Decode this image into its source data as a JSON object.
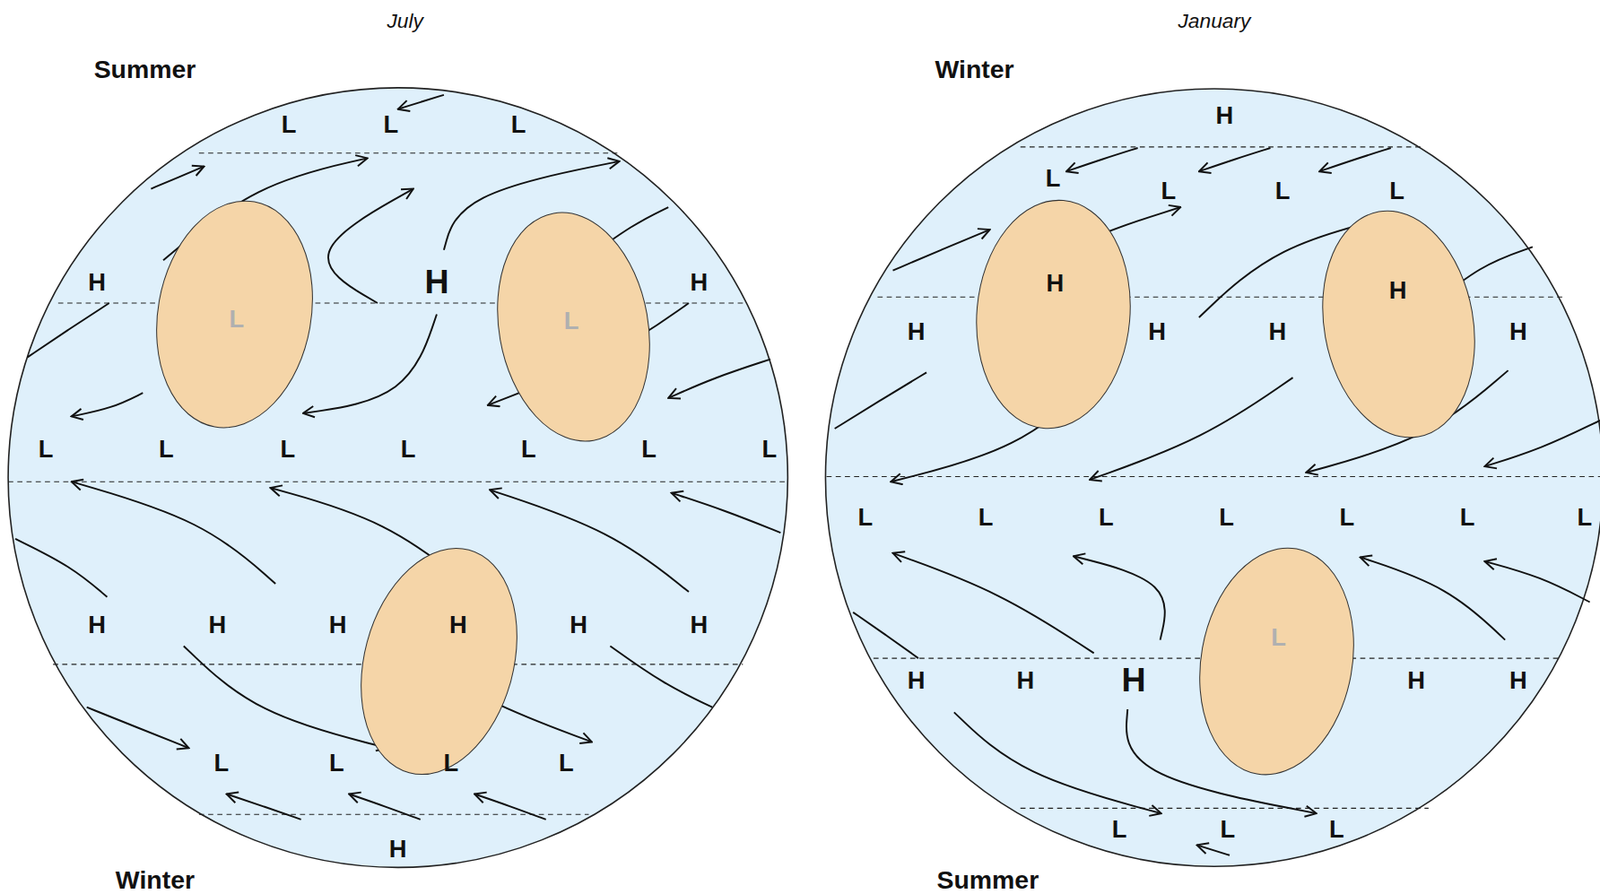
{
  "diagram": {
    "nodes": [
      {
        "text": [
          "L"
        ]
      },
      {
        "text": [
          "L"
        ]
      },
      {
        "text": [
          "H"
        ]
      },
      {
        "text": [
          "H"
        ]
      },
      {
        "text": [
          "H"
        ]
      },
      {
        "text": [
          "L"
        ]
      }
    ],
    "labels": [
      "July",
      "January",
      "Summer",
      "Winter",
      "Winter",
      "Summer",
      "L",
      "L",
      "L",
      "H",
      "H",
      "H",
      "L",
      "L",
      "L",
      "L",
      "L",
      "L",
      "L",
      "H",
      "H",
      "H",
      "H",
      "H",
      "L",
      "L",
      "L",
      "L",
      "H",
      "H",
      "L",
      "L",
      "L",
      "L",
      "H",
      "H",
      "H",
      "H",
      "L",
      "L",
      "L",
      "L",
      "L",
      "L",
      "L",
      "H",
      "H",
      "H",
      "H",
      "H",
      "L",
      "L",
      "L"
    ]
  }
}
